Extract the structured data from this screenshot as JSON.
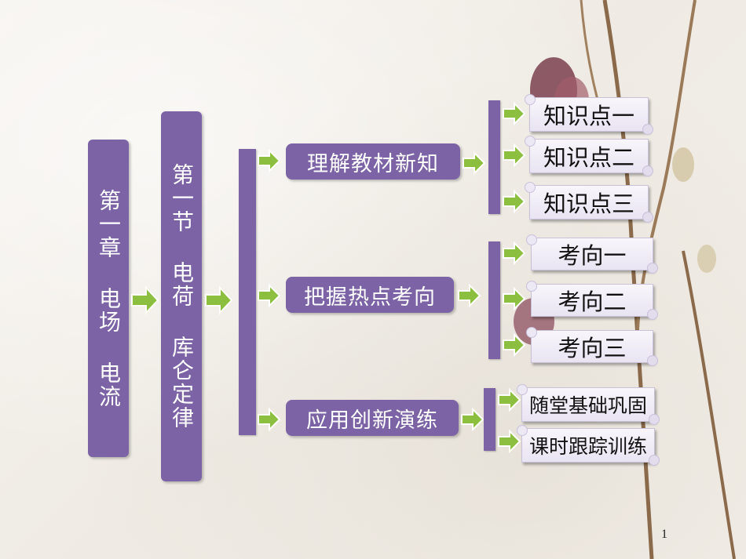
{
  "chapter": "第一章 电场 电流",
  "section": "第一节 电荷 库仑定律",
  "branches": [
    {
      "label": "理解教材新知",
      "children": [
        "知识点一",
        "知识点二",
        "知识点三"
      ]
    },
    {
      "label": "把握热点考向",
      "children": [
        "考向一",
        "考向二",
        "考向三"
      ]
    },
    {
      "label": "应用创新演练",
      "children": [
        "随堂基础巩固",
        "课时跟踪训练"
      ]
    }
  ],
  "page_number": "1",
  "colors": {
    "box": "#7c63a6",
    "arrow": "#8cbf3f",
    "scroll": "#ece8f4"
  }
}
